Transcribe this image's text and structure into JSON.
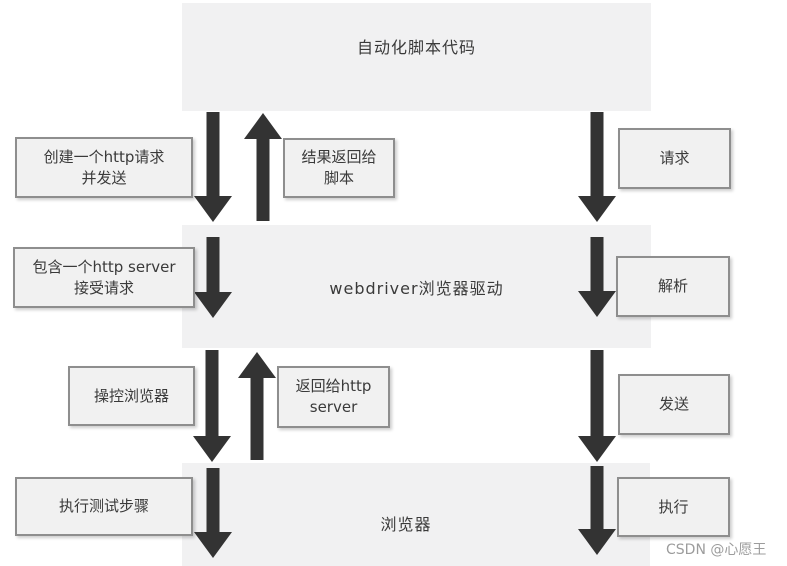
{
  "layers": {
    "automation_script": "自动化脚本代码",
    "webdriver": "webdriver浏览器驱动",
    "browser": "浏览器"
  },
  "boxes": {
    "create_http_request": {
      "lines": [
        "创建一个http请求",
        "并发送"
      ]
    },
    "result_to_script": {
      "lines": [
        "结果返回给",
        "脚本"
      ]
    },
    "request": {
      "lines": [
        "请求"
      ]
    },
    "http_server_accept": {
      "lines": [
        "包含一个http server",
        "接受请求"
      ]
    },
    "parse": {
      "lines": [
        "解析"
      ]
    },
    "control_browser": {
      "lines": [
        "操控浏览器"
      ]
    },
    "return_to_http_server": {
      "lines": [
        "返回给http",
        "server"
      ]
    },
    "send": {
      "lines": [
        "发送"
      ]
    },
    "execute_test_steps": {
      "lines": [
        "执行测试步骤"
      ]
    },
    "execute": {
      "lines": [
        "执行"
      ]
    }
  },
  "watermark": "CSDN @心愿王",
  "colors": {
    "band_bg": "#f1f1f2",
    "box_bg": "#f1f1f1",
    "box_border": "#8e8e8e",
    "arrow": "#333333",
    "text": "#3a3a3a",
    "watermark": "#9c9c9c",
    "page_bg": "#ffffff"
  }
}
